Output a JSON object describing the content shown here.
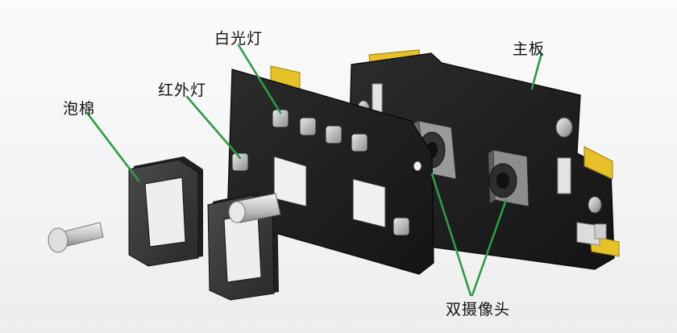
{
  "labels": {
    "foam": "泡棉",
    "ir_led": "红外灯",
    "white_led": "白光灯",
    "main_board": "主板",
    "dual_camera": "双摄像头"
  },
  "colors": {
    "pcb": "#1e1e1e",
    "connector": "#e6c12a",
    "leader_line": "#2e9b46",
    "foam": "#3a3a3a",
    "metal": "#c9c9c9"
  }
}
